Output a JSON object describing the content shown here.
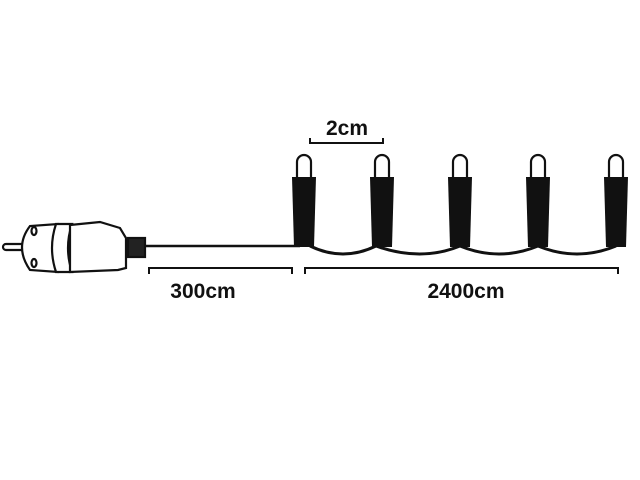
{
  "diagram": {
    "spacing_label": "2cm",
    "lead_cable_label": "300cm",
    "lit_length_label": "2400cm",
    "bulb_count_shown": 5,
    "colors": {
      "ink": "#111111",
      "background": "#ffffff"
    }
  }
}
